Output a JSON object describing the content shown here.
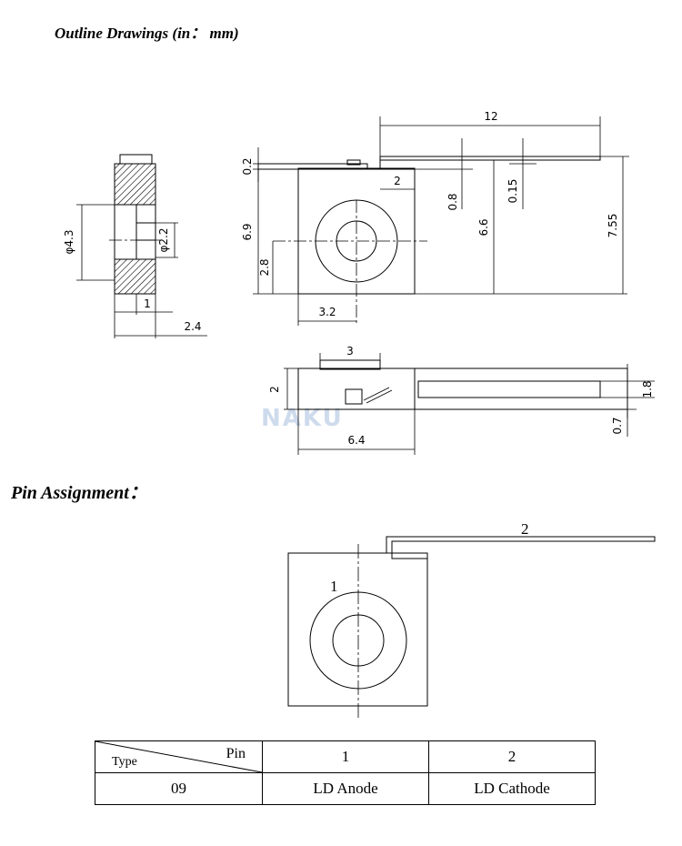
{
  "headings": {
    "outline": "Outline Drawings (in：  mm)",
    "pin_assignment": "Pin Assignment："
  },
  "watermark": {
    "text": "NAKU"
  },
  "dimensions": {
    "side_view": {
      "outer_diameter": "φ4.3",
      "inner_diameter": "φ2.2",
      "depth": "1",
      "width": "2.4"
    },
    "front_view": {
      "lead_length": "12",
      "lead_thickness": "0.2",
      "lead_offset": "2",
      "gap": "0.8",
      "lead_rise": "0.15",
      "body_height": "6.9",
      "lead_height": "6.6",
      "total_height": "7.55",
      "center_height": "2.8",
      "center_width": "3.2"
    },
    "top_view": {
      "top_width": "3",
      "top_height": "2",
      "body_width": "6.4",
      "lead_width": "1.8",
      "lead_offset": "0.7"
    }
  },
  "pin_diagram": {
    "pin1_label": "1",
    "pin2_label": "2"
  },
  "pin_table": {
    "header_type": "Type",
    "header_pin": "Pin",
    "columns": [
      "1",
      "2"
    ],
    "rows": [
      {
        "type": "09",
        "values": [
          "LD Anode",
          "LD Cathode"
        ]
      }
    ]
  }
}
